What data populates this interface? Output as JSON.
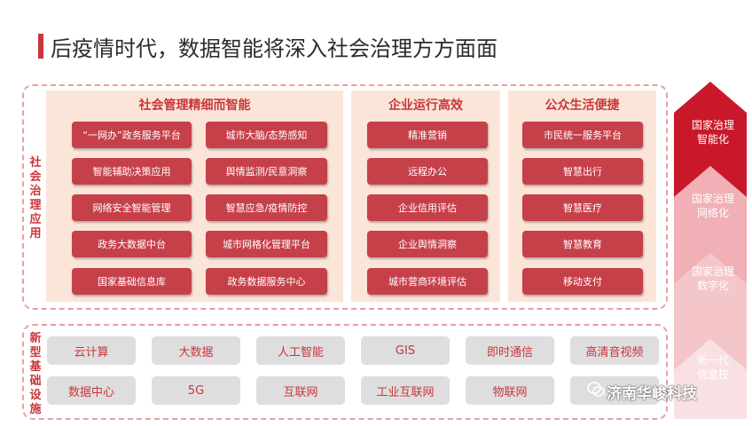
{
  "title": "后疫情时代，数据智能将深入社会治理方方面面",
  "social_label": "社会治理应用",
  "infra_label": "新型基础设施",
  "panels": {
    "social": {
      "title": "社会管理精细而智能",
      "left": [
        "“一网办”政务服务平台",
        "智能辅助决策应用",
        "网络安全智能管理",
        "政务大数据中台",
        "国家基础信息库"
      ],
      "right": [
        "城市大脑/态势感知",
        "舆情监测/民意洞察",
        "智慧应急/疫情防控",
        "城市网格化管理平台",
        "政务数据服务中心"
      ]
    },
    "enterprise": {
      "title": "企业运行高效",
      "items": [
        "精准营销",
        "远程办公",
        "企业信用评估",
        "企业舆情洞察",
        "城市营商环境评估"
      ]
    },
    "public": {
      "title": "公众生活便捷",
      "items": [
        "市民统一服务平台",
        "智慧出行",
        "智慧医疗",
        "智慧教育",
        "移动支付"
      ]
    }
  },
  "infrastructure": {
    "row1": [
      "云计算",
      "大数据",
      "人工智能",
      "GIS",
      "即时通信",
      "高清音视频"
    ],
    "row2": [
      "数据中心",
      "5G",
      "互联网",
      "工业互联网",
      "物联网",
      ""
    ]
  },
  "stages": [
    {
      "text": "国家治理智能化",
      "color": "#c8182a"
    },
    {
      "text": "国家治理网络化",
      "color": "#f0b0b6"
    },
    {
      "text": "国家治理数字化",
      "color": "#f4c6ca"
    },
    {
      "text": "新一代信息技",
      "color": "#f9e0e2"
    }
  ],
  "stage_lines": [
    [
      "国家治理",
      "智能化"
    ],
    [
      "国家治理",
      "网络化"
    ],
    [
      "国家治理",
      "数字化"
    ],
    [
      "新一代",
      "信息技"
    ]
  ],
  "watermark": "济南华峻科技"
}
